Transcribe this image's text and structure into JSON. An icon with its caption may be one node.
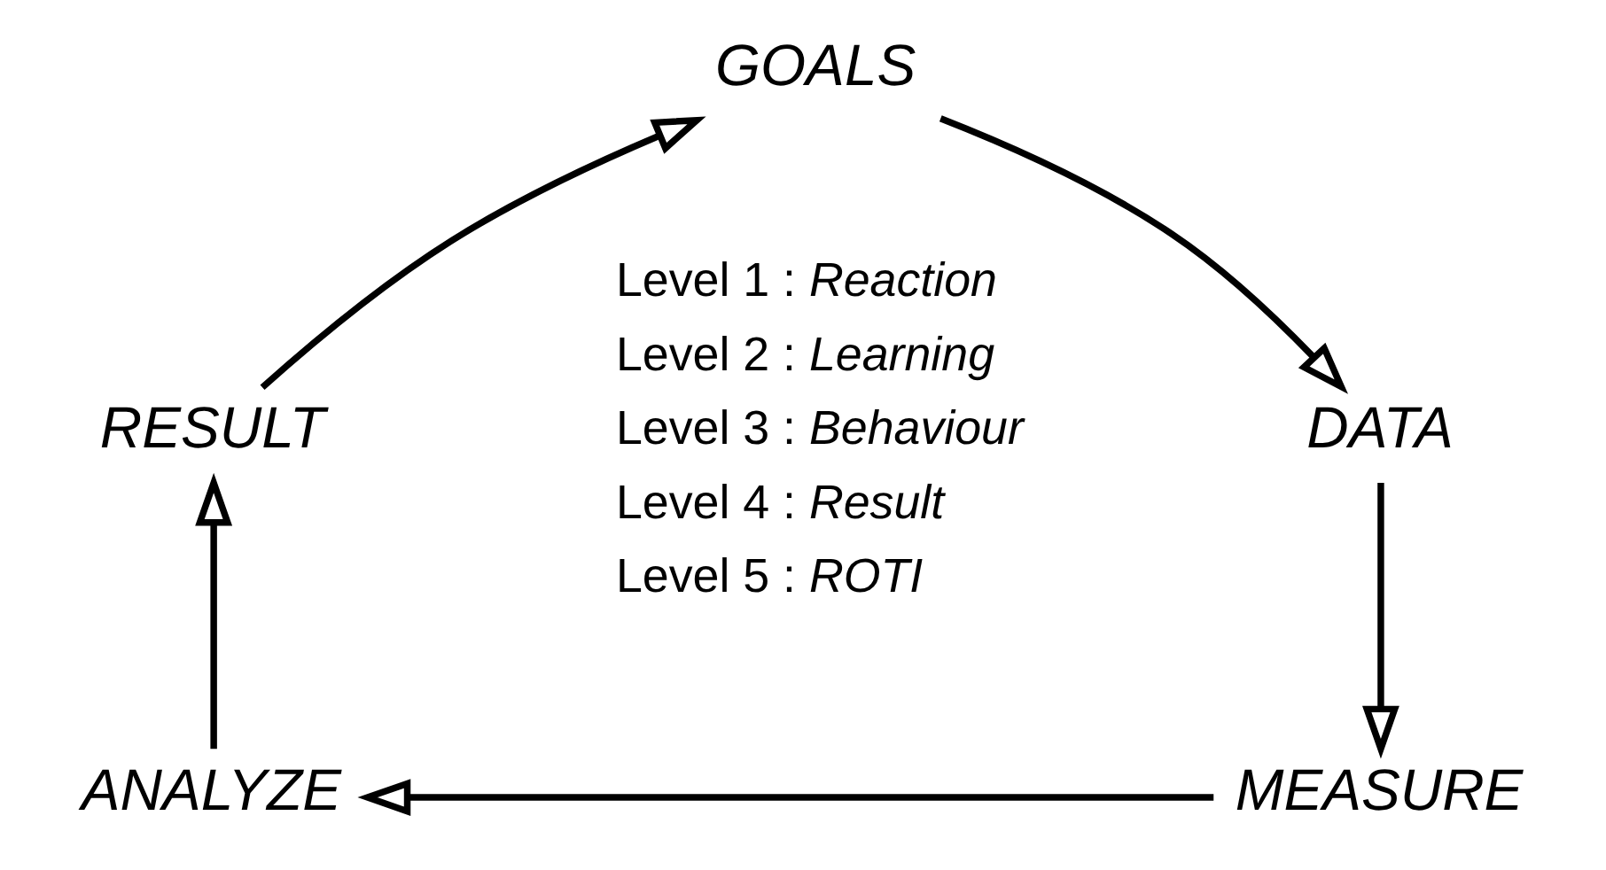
{
  "diagram": {
    "nodes": [
      {
        "text": [
          "GOALS"
        ]
      },
      {
        "text": [
          "DATA"
        ]
      },
      {
        "text": [
          "MEASURE"
        ]
      },
      {
        "text": [
          "ANALYZE"
        ]
      },
      {
        "text": [
          "RESULT"
        ]
      }
    ],
    "edges": [
      {
        "from": 4,
        "to": 0,
        "arrow": "to"
      },
      {
        "from": 0,
        "to": 1,
        "arrow": "to"
      },
      {
        "from": 1,
        "to": 2,
        "arrow": "to"
      },
      {
        "from": 2,
        "to": 3,
        "arrow": "to"
      },
      {
        "from": 3,
        "to": 4,
        "arrow": "to"
      }
    ],
    "labels": [
      "Level 1 : *Reaction*",
      "Level 2 : *Learning*",
      "Level 3 : *Behaviour*",
      "Level 4 : *Result*",
      "Level 5 : *ROTI*"
    ]
  }
}
